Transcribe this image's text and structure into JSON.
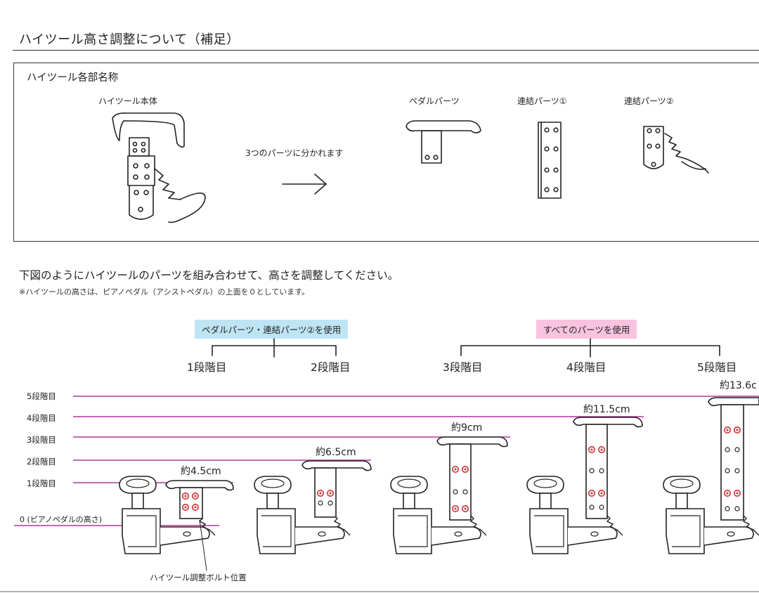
{
  "page": {
    "title": "ハイツール高さ調整について（補足）"
  },
  "parts_box": {
    "title": "ハイツール各部名称",
    "body_label": "ハイツール本体",
    "split_text": "3つのパーツに分かれます",
    "pedal_parts": "ペダルパーツ",
    "link_part_1": "連結パーツ①",
    "link_part_2": "連結パーツ②"
  },
  "instructions": {
    "main": "下図のようにハイツールのパーツを組み合わせて、高さを調整してください。",
    "note": "※ハイツールの高さは、ピアノペダル（アシストペダル）の上面を０としています。"
  },
  "groups": {
    "group_a": "ペダルパーツ・連結パーツ②を使用",
    "group_b": "すべてのパーツを使用"
  },
  "stages": [
    "1段階目",
    "2段階目",
    "3段階目",
    "4段階目",
    "5段階目"
  ],
  "levels": [
    "5段階目",
    "4段階目",
    "3段階目",
    "2段階目",
    "1段階目"
  ],
  "zero_label": "0 (ピアノペダルの高さ)",
  "measurements": [
    "約4.5cm",
    "約6.5cm",
    "約9cm",
    "約11.5cm",
    "約13.6c"
  ],
  "bolt_label": "ハイツール調整ボルト位置",
  "colors": {
    "guide_line": "#b0369a",
    "tag_blue": "#bfe5f5",
    "tag_pink": "#f8c3df",
    "bolt": "#d0464a"
  }
}
